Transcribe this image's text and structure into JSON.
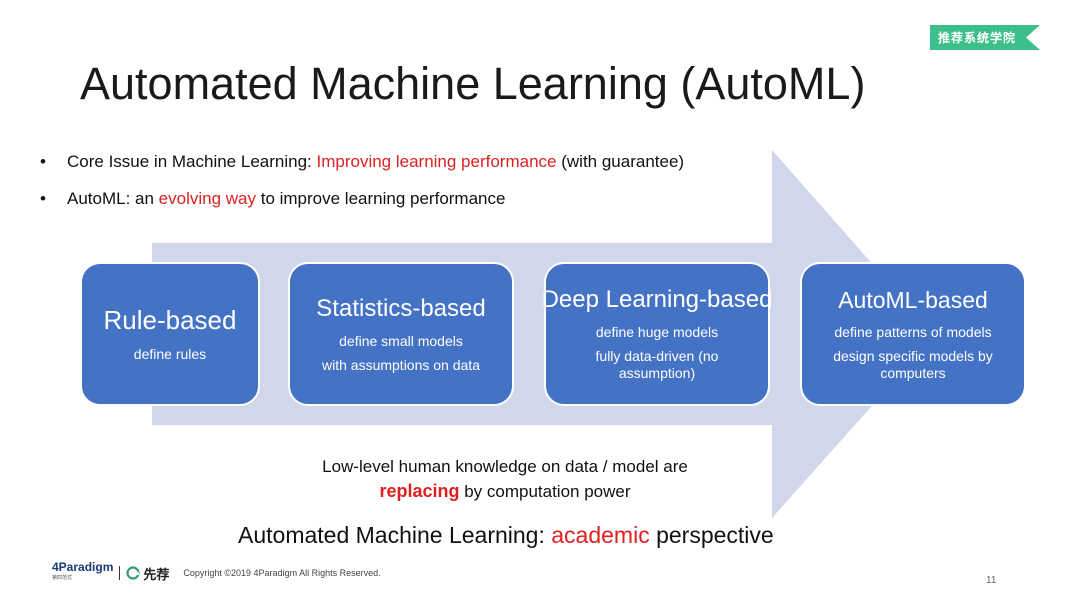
{
  "badge": {
    "text": "推荐系统学院",
    "color": "#3cbf8a"
  },
  "title": "Automated Machine Learning (AutoML)",
  "bullets": [
    {
      "prefix": "Core Issue in Machine Learning: ",
      "highlight": "Improving learning performance",
      "suffix": " (with guarantee)"
    },
    {
      "prefix": "AutoML: an ",
      "highlight": "evolving way",
      "suffix": " to improve learning performance"
    }
  ],
  "stages": [
    {
      "heading": "Rule-based",
      "lines": [
        "define rules"
      ]
    },
    {
      "heading": "Statistics-based",
      "lines": [
        "define small models",
        "with assumptions on data"
      ]
    },
    {
      "heading": "Deep Learning-based",
      "lines": [
        "define huge models",
        "fully data-driven (no assumption)"
      ]
    },
    {
      "heading": "AutoML-based",
      "lines": [
        "define patterns of models",
        "design specific models by computers"
      ]
    }
  ],
  "arrow_note": {
    "line1": "Low-level human knowledge on data / model are",
    "emphasis": "replacing",
    "line2_rest": " by computation power"
  },
  "subtitle": {
    "prefix": "Automated Machine Learning: ",
    "highlight": "academic",
    "suffix": " perspective"
  },
  "footer": {
    "logo1": "4Paradigm",
    "logo1_sub": "第四范式",
    "logo2": "先荐",
    "copyright": "Copyright ©2019 4Paradigm All Rights Reserved."
  },
  "page_number": "11",
  "colors": {
    "box": "#4472c4",
    "arrow": "#d0d7ea",
    "accent": "#e02020"
  }
}
